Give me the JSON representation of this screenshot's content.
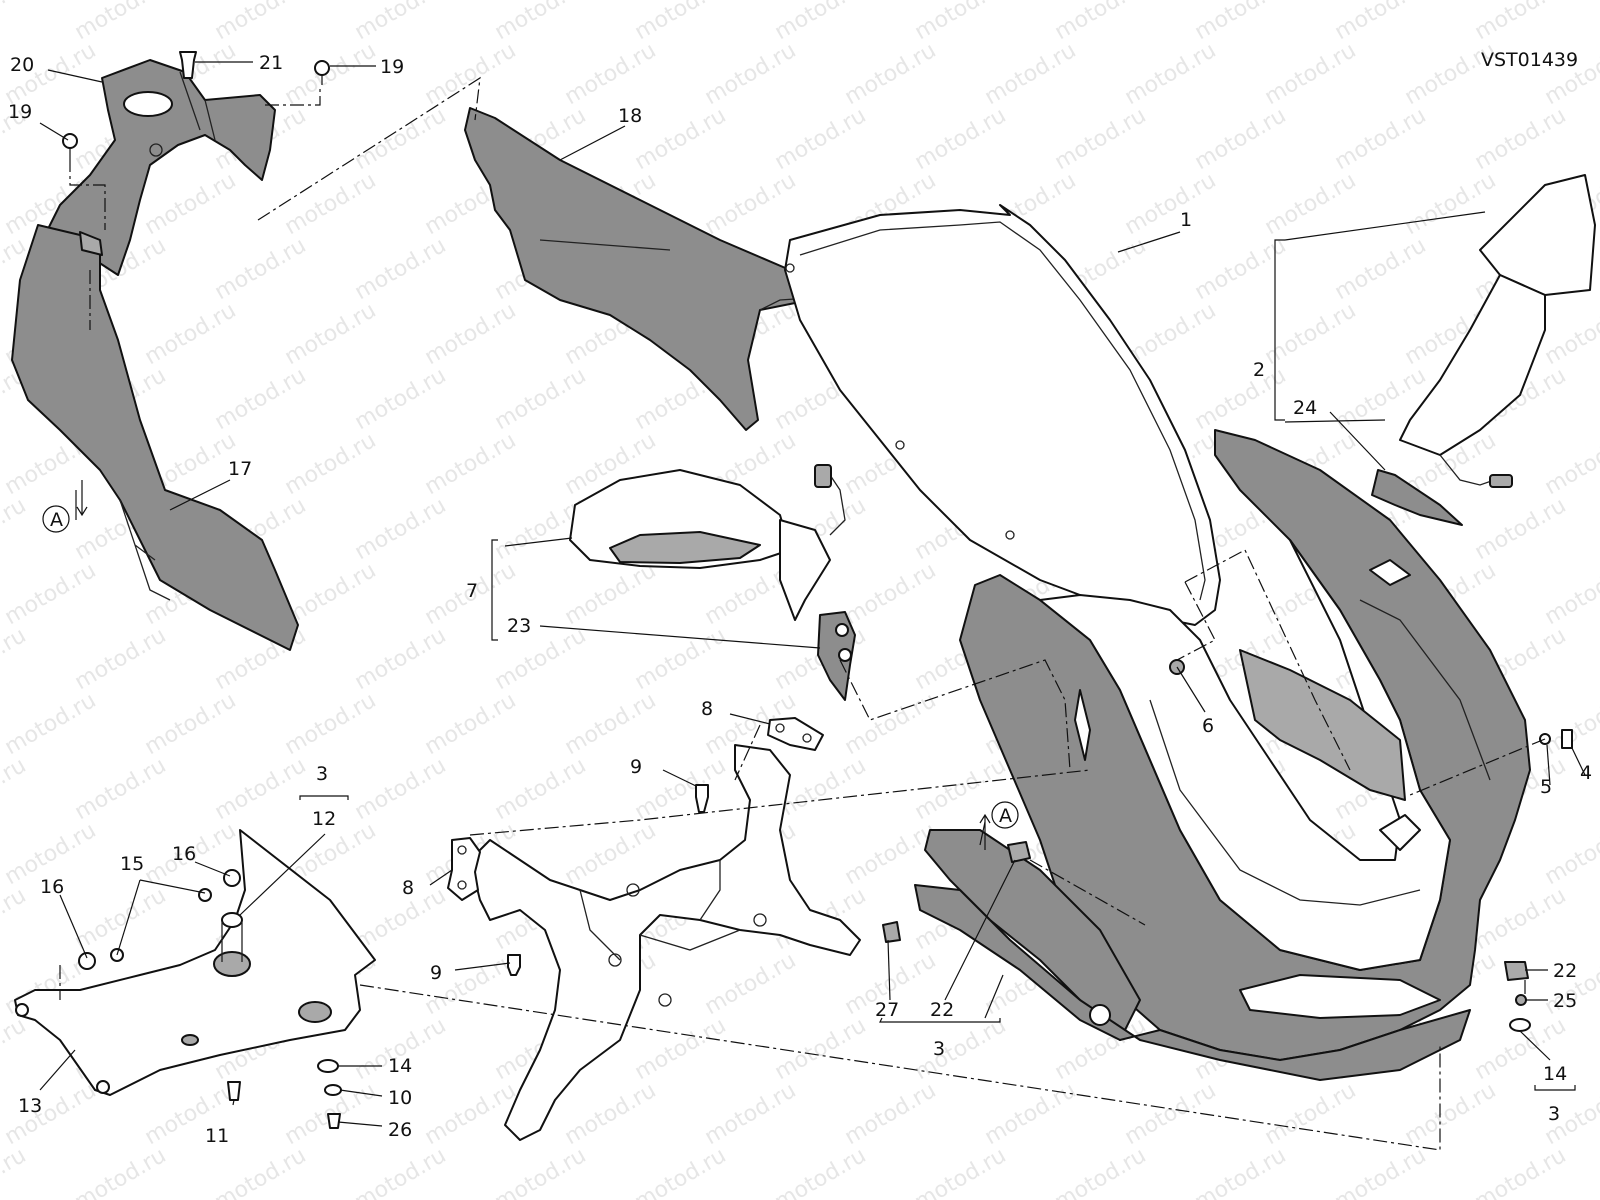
{
  "drawing_code": "VST01439",
  "watermark": "motod.ru",
  "colors": {
    "part_fill": "#8d8d8d",
    "line": "#111111",
    "watermark": "#e6e6e6"
  },
  "labels": {
    "n1": "1",
    "n2": "2",
    "n3": "3",
    "n4": "4",
    "n5": "5",
    "n6": "6",
    "n7": "7",
    "n8": "8",
    "n9": "9",
    "n10": "10",
    "n11": "11",
    "n12": "12",
    "n13": "13",
    "n14": "14",
    "n15": "15",
    "n16": "16",
    "n17": "17",
    "n18": "18",
    "n19": "19",
    "n20": "20",
    "n21": "21",
    "n22": "22",
    "n23": "23",
    "n24": "24",
    "n25": "25",
    "n26": "26",
    "n27": "27",
    "ref_a": "A"
  }
}
